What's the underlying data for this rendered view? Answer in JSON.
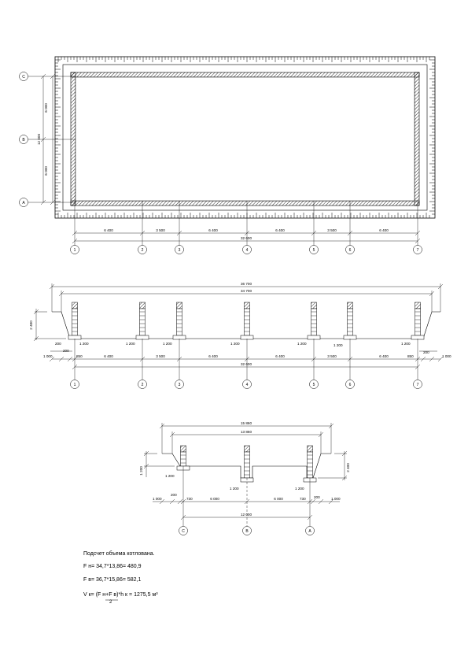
{
  "plan": {
    "row_axes": [
      "С",
      "В",
      "А"
    ],
    "row_dims": [
      "6 000",
      "6 000"
    ],
    "row_total": "12 000",
    "col_axes": [
      "1",
      "2",
      "3",
      "4",
      "5",
      "6",
      "7"
    ],
    "col_dims": [
      "6 400",
      "3 500",
      "6 400",
      "6 400",
      "3 500",
      "6 400"
    ],
    "col_total": "32 600"
  },
  "section_long": {
    "top_dim_outer": "36 700",
    "top_dim_inner": "34 700",
    "depth": "2 400",
    "footing_labels": [
      "1 200",
      "1 200",
      "1 200",
      "1 200",
      "1 200",
      "1 200",
      "1 200"
    ],
    "footing_offset": "200",
    "edge_left": "1 000",
    "edge_right": "1 000",
    "edge_inner_left": "850",
    "edge_inner_right": "850",
    "col_dims": [
      "6 400",
      "3 500",
      "6 400",
      "6 400",
      "3 500",
      "6 400"
    ],
    "col_total": "32 600",
    "axes": [
      "1",
      "2",
      "3",
      "4",
      "5",
      "6",
      "7"
    ]
  },
  "section_cross": {
    "top_dim_outer": "15 860",
    "top_dim_inner": "13 860",
    "depth_left": "1 200",
    "depth_right": "2 400",
    "footing_labels": [
      "1 200",
      "1 200",
      "1 200"
    ],
    "footing_offset": "200",
    "edge_left": "1 000",
    "edge_right": "1 000",
    "edge_inner_left": "730",
    "edge_inner_right": "730",
    "row_dims": [
      "6 000",
      "6 000"
    ],
    "row_total": "12 000",
    "axes": [
      "С",
      "В",
      "А"
    ]
  },
  "calculation": {
    "title": "Подсчет объема котлована.",
    "line1": "F н= 34,7*13,86= 480,9",
    "line2": "F в= 36,7*15,86= 582,1",
    "line3": "V к= (F н+F в)*h к =    1275,5 м³",
    "line3_den": "2"
  }
}
